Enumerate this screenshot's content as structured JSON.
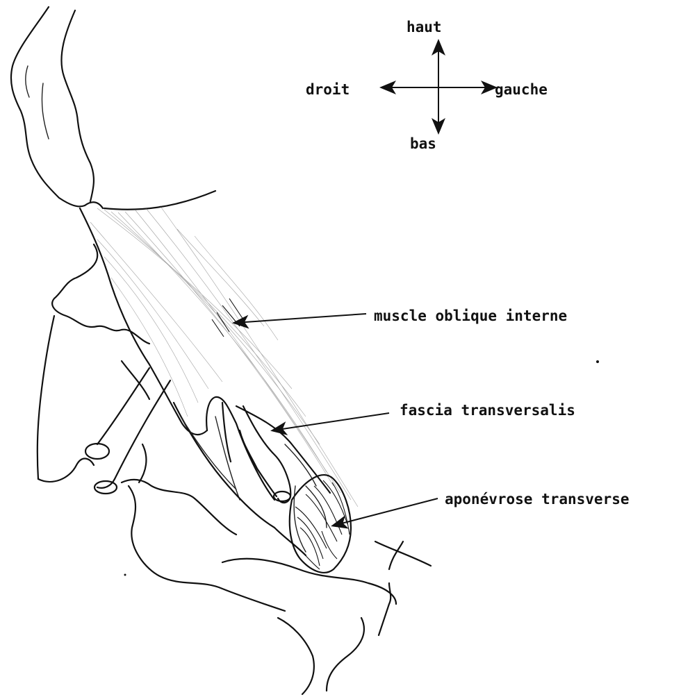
{
  "orientation": {
    "up": "haut",
    "down": "bas",
    "right_side": "droit",
    "left_side": "gauche"
  },
  "labels": {
    "internal_oblique": "muscle oblique interne",
    "transversalis_fascia": "fascia transversalis",
    "transverse_aponeurosis": "aponévrose transverse"
  },
  "colors": {
    "ink": "#111111",
    "paper": "#ffffff"
  }
}
